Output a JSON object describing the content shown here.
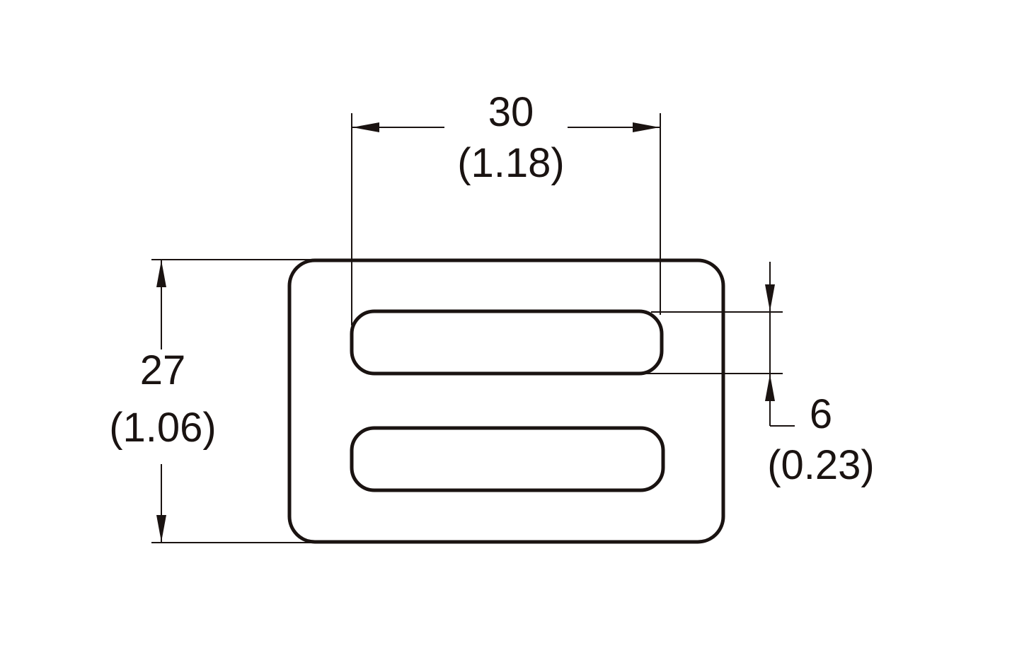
{
  "diagram": {
    "type": "dimension-drawing",
    "subject": "three-bar slide buckle",
    "stroke_color": "#1a1311",
    "background": "#ffffff",
    "dimensions": {
      "width": {
        "mm": "30",
        "inch": "(1.18)"
      },
      "height": {
        "mm": "27",
        "inch": "(1.06)"
      },
      "slot": {
        "mm": "6",
        "inch": "(0.23)"
      }
    }
  }
}
